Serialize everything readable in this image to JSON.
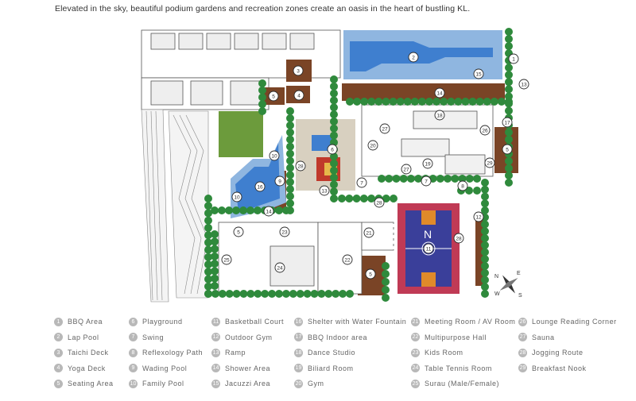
{
  "caption": "Elevated in the sky, beautiful podium gardens and recreation zones create an oasis in the heart of bustling KL.",
  "colors": {
    "tree": "#2f8a3c",
    "grass": "#6c9b3c",
    "deck": "#7a4426",
    "pool": "#3f7fcf",
    "court_outer": "#c03a55",
    "court_inner": "#3a3f9a",
    "court_key": "#e08a2a",
    "marker": "#2a2a2a",
    "legend_bullet": "#b8b8b8"
  },
  "compass": {
    "north": "N",
    "east": "E",
    "south": "S",
    "west": "W"
  },
  "court_marker": "N",
  "legend": [
    {
      "n": "1",
      "label": "BBQ Area"
    },
    {
      "n": "2",
      "label": "Lap Pool"
    },
    {
      "n": "3",
      "label": "Taichi Deck"
    },
    {
      "n": "4",
      "label": "Yoga Deck"
    },
    {
      "n": "5",
      "label": "Seating Area"
    },
    {
      "n": "6",
      "label": "Playground"
    },
    {
      "n": "7",
      "label": "Swing"
    },
    {
      "n": "8",
      "label": "Reflexology Path"
    },
    {
      "n": "9",
      "label": "Wading Pool"
    },
    {
      "n": "10",
      "label": "Family Pool"
    },
    {
      "n": "11",
      "label": "Basketball Court"
    },
    {
      "n": "12",
      "label": "Outdoor Gym"
    },
    {
      "n": "13",
      "label": "Ramp"
    },
    {
      "n": "14",
      "label": "Shower Area"
    },
    {
      "n": "15",
      "label": "Jacuzzi Area"
    },
    {
      "n": "16",
      "label": "Shelter with Water Fountain"
    },
    {
      "n": "17",
      "label": "BBQ Indoor area"
    },
    {
      "n": "18",
      "label": "Dance Studio"
    },
    {
      "n": "19",
      "label": "Biliard Room"
    },
    {
      "n": "20",
      "label": "Gym"
    },
    {
      "n": "21",
      "label": "Meeting Room / AV Room"
    },
    {
      "n": "22",
      "label": "Multipurpose Hall"
    },
    {
      "n": "23",
      "label": "Kids Room"
    },
    {
      "n": "24",
      "label": "Table Tennis Room"
    },
    {
      "n": "25",
      "label": "Surau (Male/Female)"
    },
    {
      "n": "26",
      "label": "Lounge Reading Corner"
    },
    {
      "n": "27",
      "label": "Sauna"
    },
    {
      "n": "28",
      "label": "Jogging Route"
    },
    {
      "n": "29",
      "label": "Breakfast Nook"
    }
  ],
  "markers": [
    {
      "n": "1"
    },
    {
      "n": "2"
    },
    {
      "n": "3"
    },
    {
      "n": "4"
    },
    {
      "n": "5"
    },
    {
      "n": "5"
    },
    {
      "n": "14"
    },
    {
      "n": "15"
    },
    {
      "n": "13"
    },
    {
      "n": "18"
    },
    {
      "n": "26"
    },
    {
      "n": "17"
    },
    {
      "n": "5"
    },
    {
      "n": "27"
    },
    {
      "n": "20"
    },
    {
      "n": "6"
    },
    {
      "n": "29"
    },
    {
      "n": "19"
    },
    {
      "n": "27"
    },
    {
      "n": "7"
    },
    {
      "n": "7"
    },
    {
      "n": "8"
    },
    {
      "n": "13"
    },
    {
      "n": "28"
    },
    {
      "n": "10"
    },
    {
      "n": "9"
    },
    {
      "n": "16"
    },
    {
      "n": "10"
    },
    {
      "n": "14"
    },
    {
      "n": "28"
    },
    {
      "n": "5"
    },
    {
      "n": "23"
    },
    {
      "n": "21"
    },
    {
      "n": "11"
    },
    {
      "n": "12"
    },
    {
      "n": "28"
    },
    {
      "n": "25"
    },
    {
      "n": "24"
    },
    {
      "n": "22"
    },
    {
      "n": "5"
    }
  ]
}
